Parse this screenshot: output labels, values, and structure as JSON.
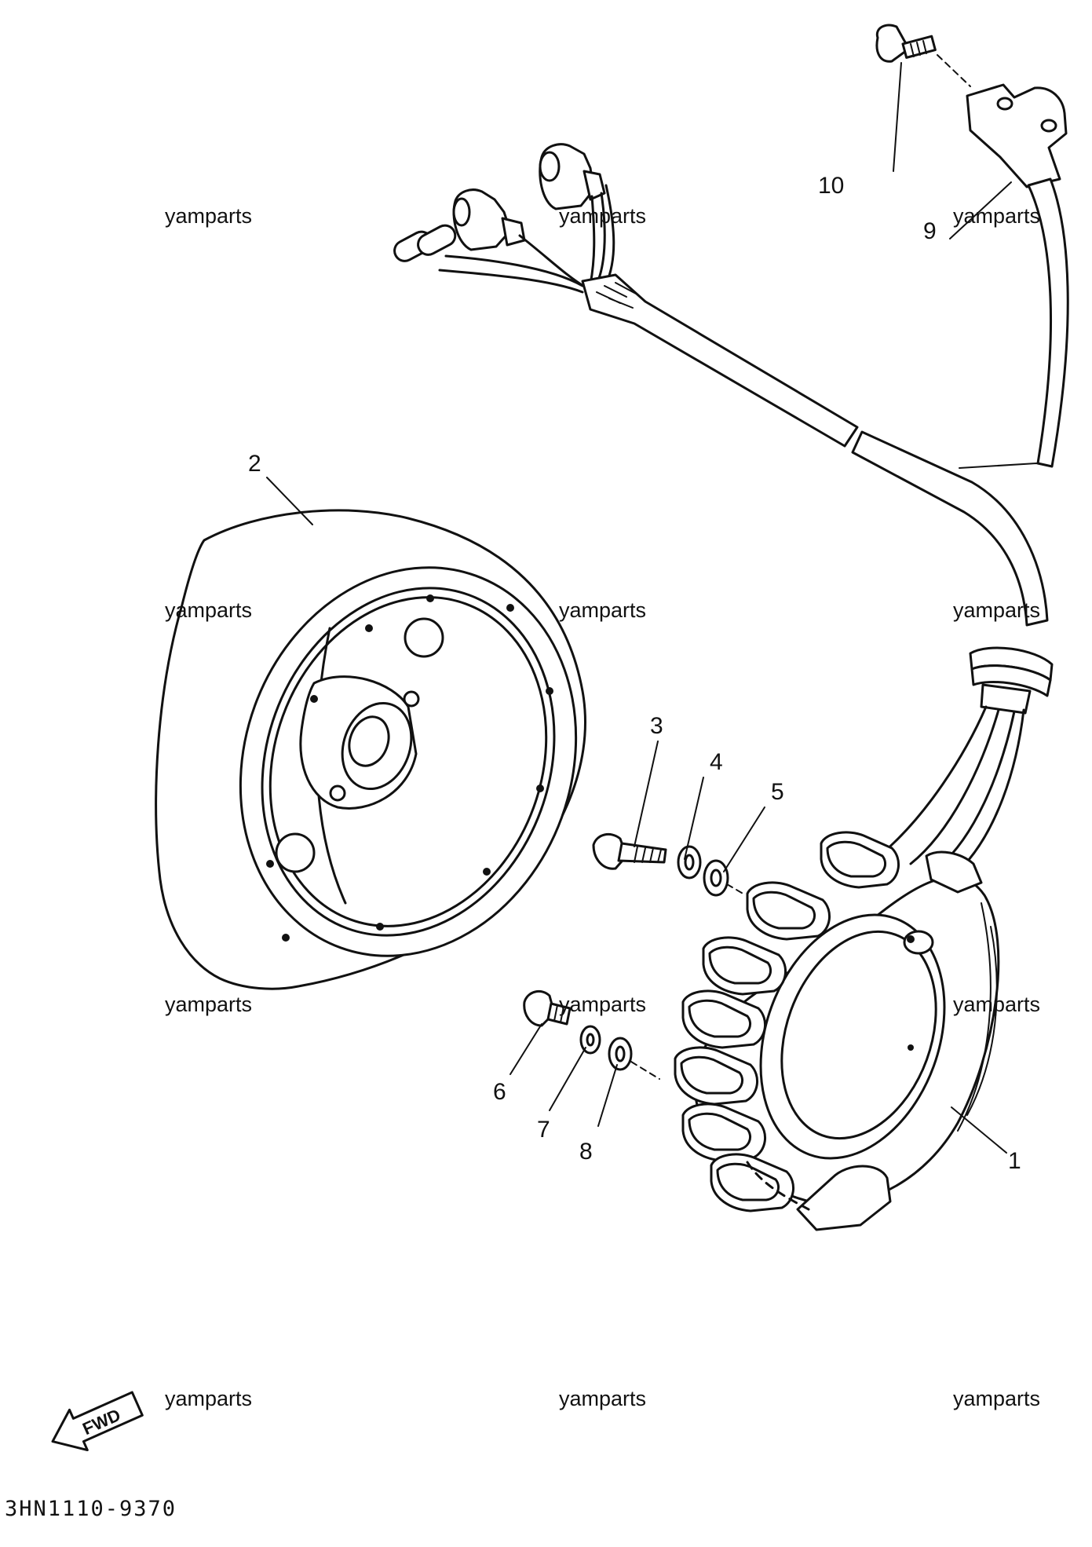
{
  "diagram": {
    "watermark_text": "yamparts",
    "drawing_code": "3HN1110-9370",
    "fwd_label": "FWD",
    "callouts": {
      "c1": "1",
      "c2": "2",
      "c3": "3",
      "c4": "4",
      "c5": "5",
      "c6": "6",
      "c7": "7",
      "c8": "8",
      "c9": "9",
      "c10": "10"
    }
  },
  "colors": {
    "ink": "#111111",
    "background": "#ffffff"
  },
  "icons": {
    "fwd": "fwd-arrow-icon"
  }
}
